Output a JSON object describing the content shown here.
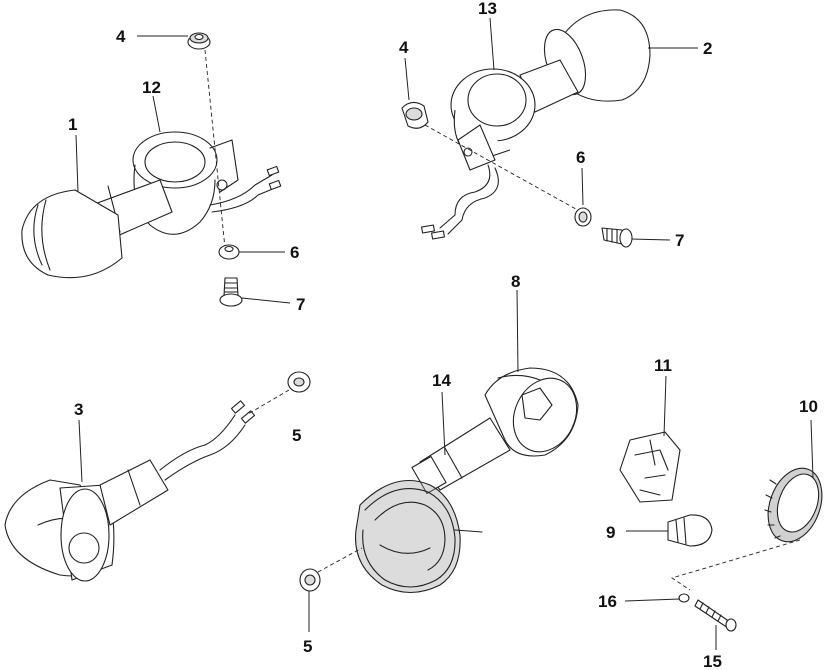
{
  "callouts": {
    "c1": "1",
    "c2": "2",
    "c3": "3",
    "c4a": "4",
    "c4b": "4",
    "c5a": "5",
    "c5b": "5",
    "c6a": "6",
    "c6b": "6",
    "c7a": "7",
    "c7b": "7",
    "c8": "8",
    "c9": "9",
    "c10": "10",
    "c11": "11",
    "c12": "12",
    "c13": "13",
    "c14": "14",
    "c15": "15",
    "c16": "16"
  }
}
